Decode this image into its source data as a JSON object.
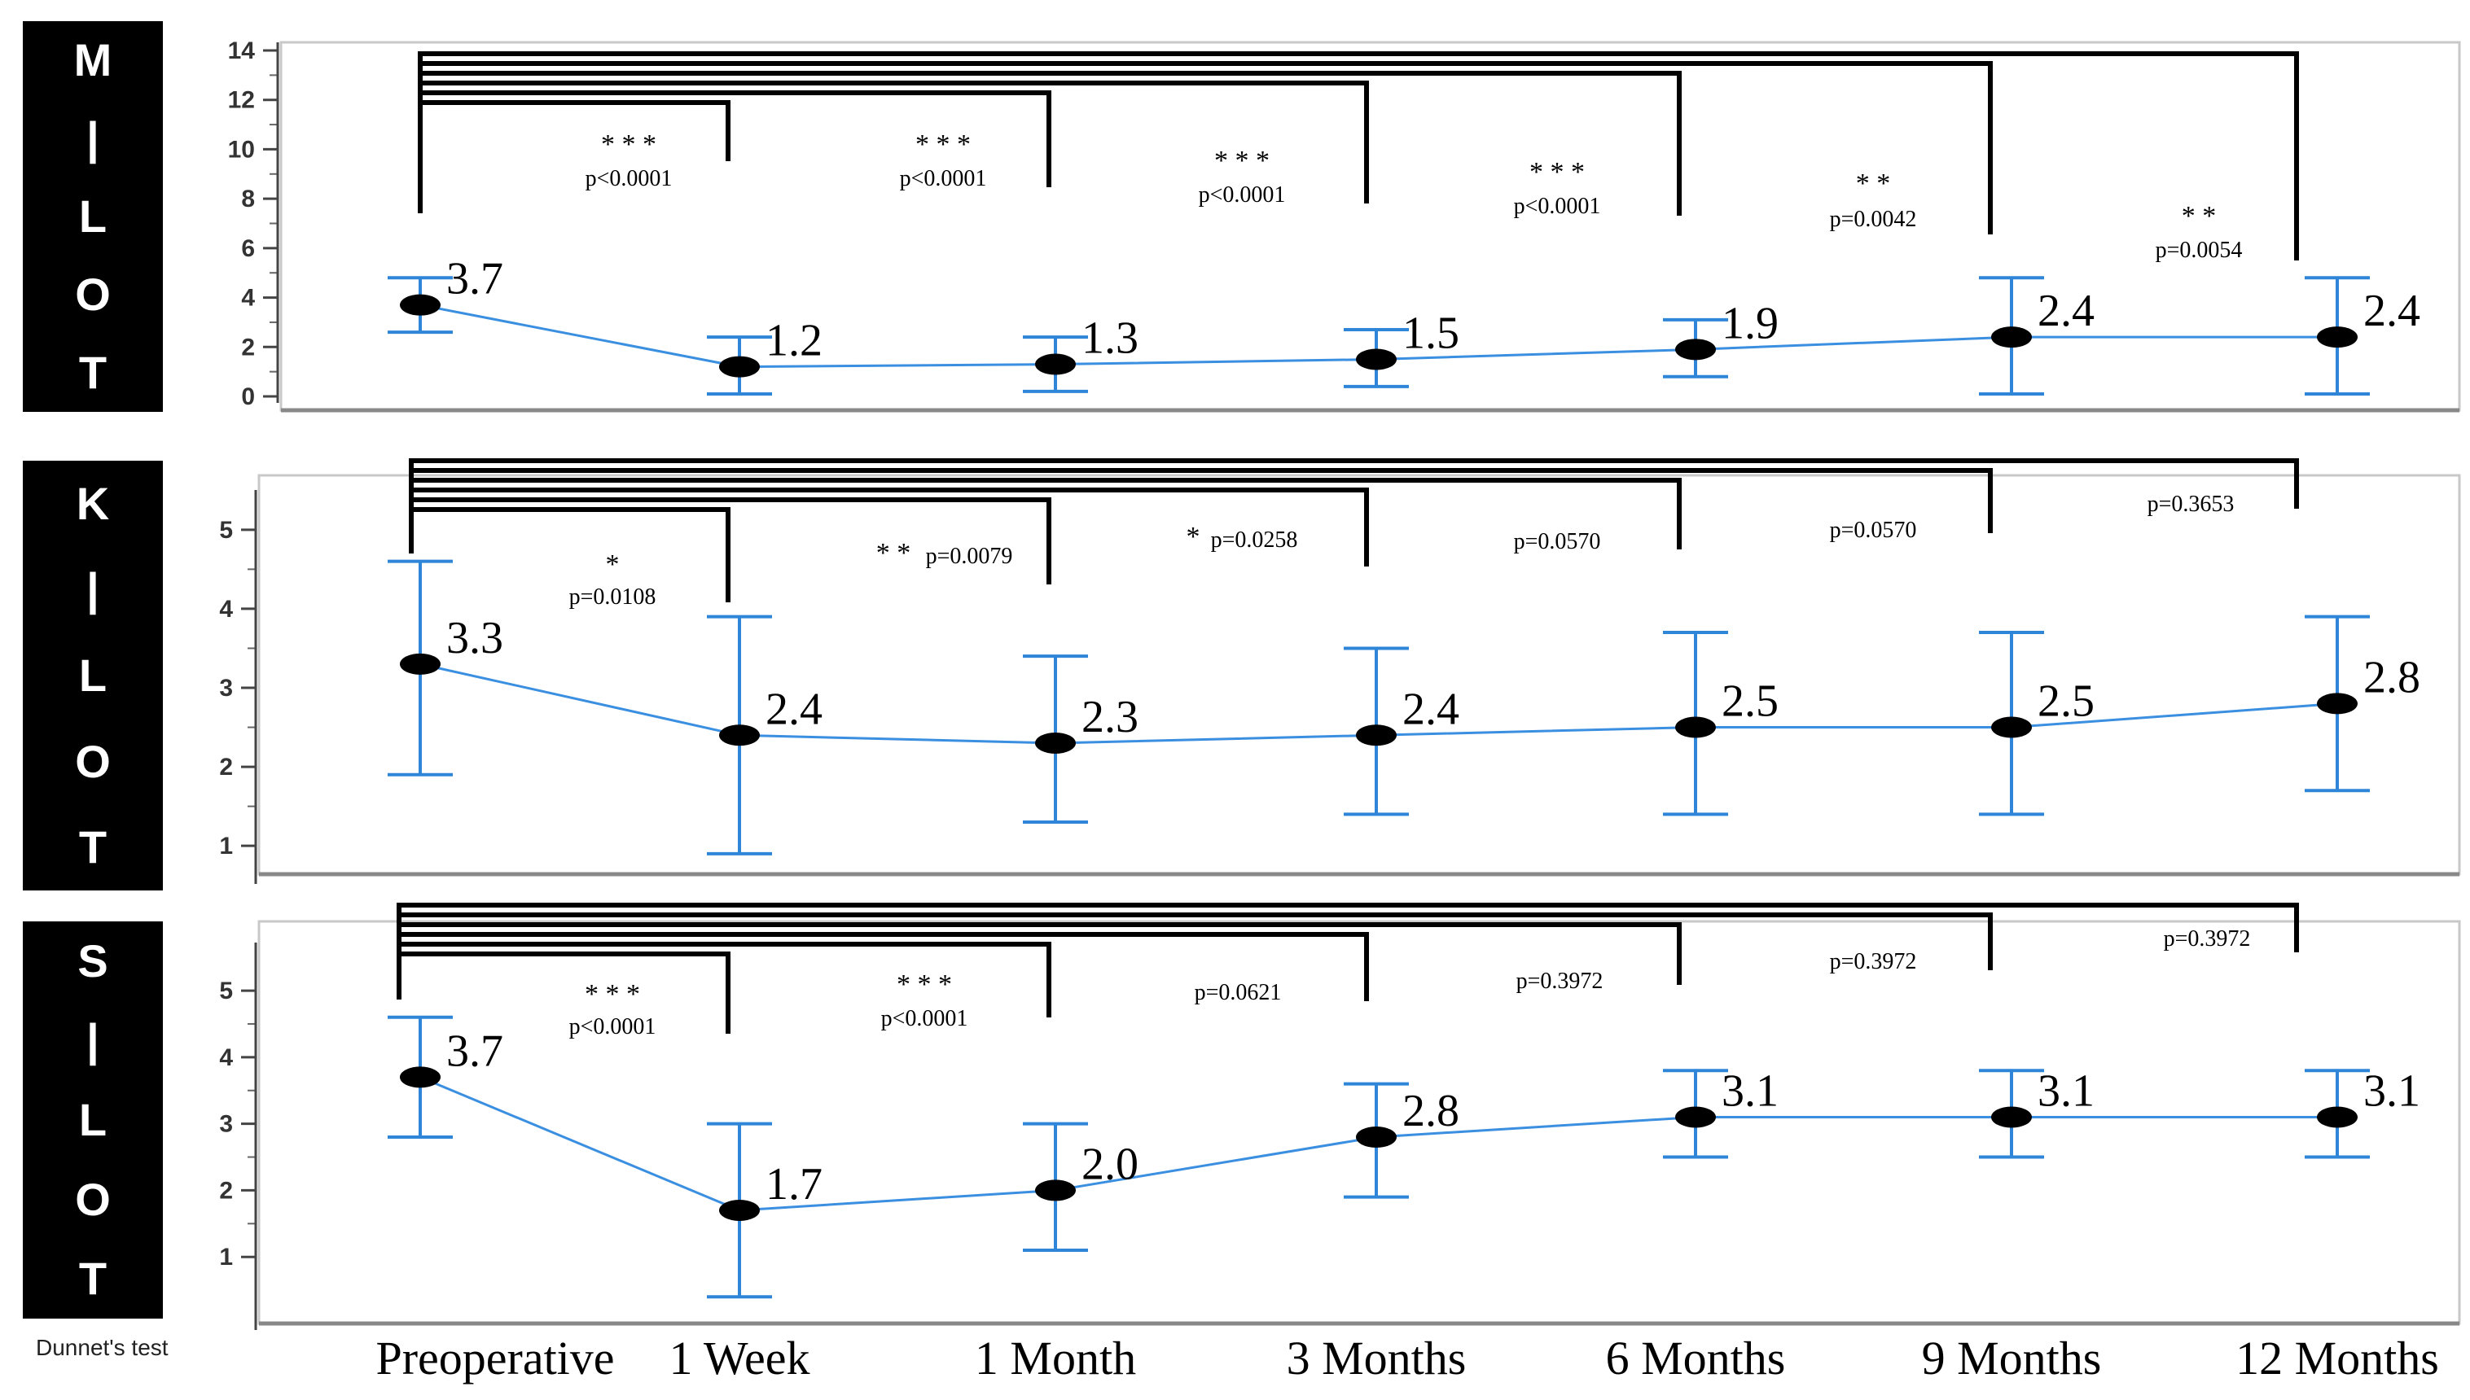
{
  "footnote": "Dunnet's test",
  "x_categories": [
    "Preoperative",
    "1 Week",
    "1 Month",
    "3 Months",
    "6 Months",
    "9 Months",
    "12 Months"
  ],
  "colors": {
    "series": "#3b8fe0",
    "errorbar": "#2f86d8",
    "bracket": "#000000",
    "marker": "#000000"
  },
  "chart_data": [
    {
      "type": "line",
      "label_chars": [
        "M",
        "|",
        "L",
        "O",
        "T"
      ],
      "ylim": [
        0,
        14
      ],
      "yticks": [
        0,
        2,
        4,
        6,
        8,
        10,
        12,
        14
      ],
      "values": [
        3.7,
        1.2,
        1.3,
        1.5,
        1.9,
        2.4,
        2.4
      ],
      "errors_low": [
        2.6,
        0.1,
        0.2,
        0.4,
        0.8,
        0.1,
        0.1
      ],
      "errors_high": [
        4.8,
        2.4,
        2.4,
        2.7,
        3.1,
        4.8,
        4.8
      ],
      "value_labels": [
        "3.7",
        "1.2",
        "1.3",
        "1.5",
        "1.9",
        "2.4",
        "2.4"
      ],
      "comparisons": [
        {
          "stars": "* * *",
          "p": "p<0.0001"
        },
        {
          "stars": "* * *",
          "p": "p<0.0001"
        },
        {
          "stars": "* * *",
          "p": "p<0.0001"
        },
        {
          "stars": "* * *",
          "p": "p<0.0001"
        },
        {
          "stars": "* *",
          "p": "p=0.0042"
        },
        {
          "stars": "* *",
          "p": "p=0.0054"
        }
      ]
    },
    {
      "type": "line",
      "label_chars": [
        "K",
        "|",
        "L",
        "O",
        "T"
      ],
      "ylim": [
        0.6,
        5.4
      ],
      "yticks": [
        1,
        2,
        3,
        4,
        5
      ],
      "values": [
        3.3,
        2.4,
        2.3,
        2.4,
        2.5,
        2.5,
        2.8
      ],
      "errors_low": [
        1.9,
        0.9,
        1.3,
        1.4,
        1.4,
        1.4,
        1.7
      ],
      "errors_high": [
        4.6,
        3.9,
        3.4,
        3.5,
        3.7,
        3.7,
        3.9
      ],
      "value_labels": [
        "3.3",
        "2.4",
        "2.3",
        "2.4",
        "2.5",
        "2.5",
        "2.8"
      ],
      "comparisons": [
        {
          "stars": "*",
          "p": "p=0.0108"
        },
        {
          "stars": "* *",
          "p": "p=0.0079"
        },
        {
          "stars": "*",
          "p": "p=0.0258"
        },
        {
          "stars": "",
          "p": "p=0.0570"
        },
        {
          "stars": "",
          "p": "p=0.0570"
        },
        {
          "stars": "",
          "p": "p=0.3653"
        }
      ]
    },
    {
      "type": "line",
      "label_chars": [
        "S",
        "|",
        "L",
        "O",
        "T"
      ],
      "ylim": [
        0,
        5.6
      ],
      "yticks": [
        1,
        2,
        3,
        4,
        5
      ],
      "values": [
        3.7,
        1.7,
        2.0,
        2.8,
        3.1,
        3.1,
        3.1
      ],
      "errors_low": [
        2.8,
        0.4,
        1.1,
        1.9,
        2.5,
        2.5,
        2.5
      ],
      "errors_high": [
        4.6,
        3.0,
        3.0,
        3.6,
        3.8,
        3.8,
        3.8
      ],
      "value_labels": [
        "3.7",
        "1.7",
        "2.0",
        "2.8",
        "3.1",
        "3.1",
        "3.1"
      ],
      "comparisons": [
        {
          "stars": "* * *",
          "p": "p<0.0001"
        },
        {
          "stars": "* * *",
          "p": "p<0.0001"
        },
        {
          "stars": "",
          "p": "p=0.0621"
        },
        {
          "stars": "",
          "p": "p=0.3972"
        },
        {
          "stars": "",
          "p": "p=0.3972"
        },
        {
          "stars": "",
          "p": "p=0.3972"
        }
      ]
    }
  ]
}
